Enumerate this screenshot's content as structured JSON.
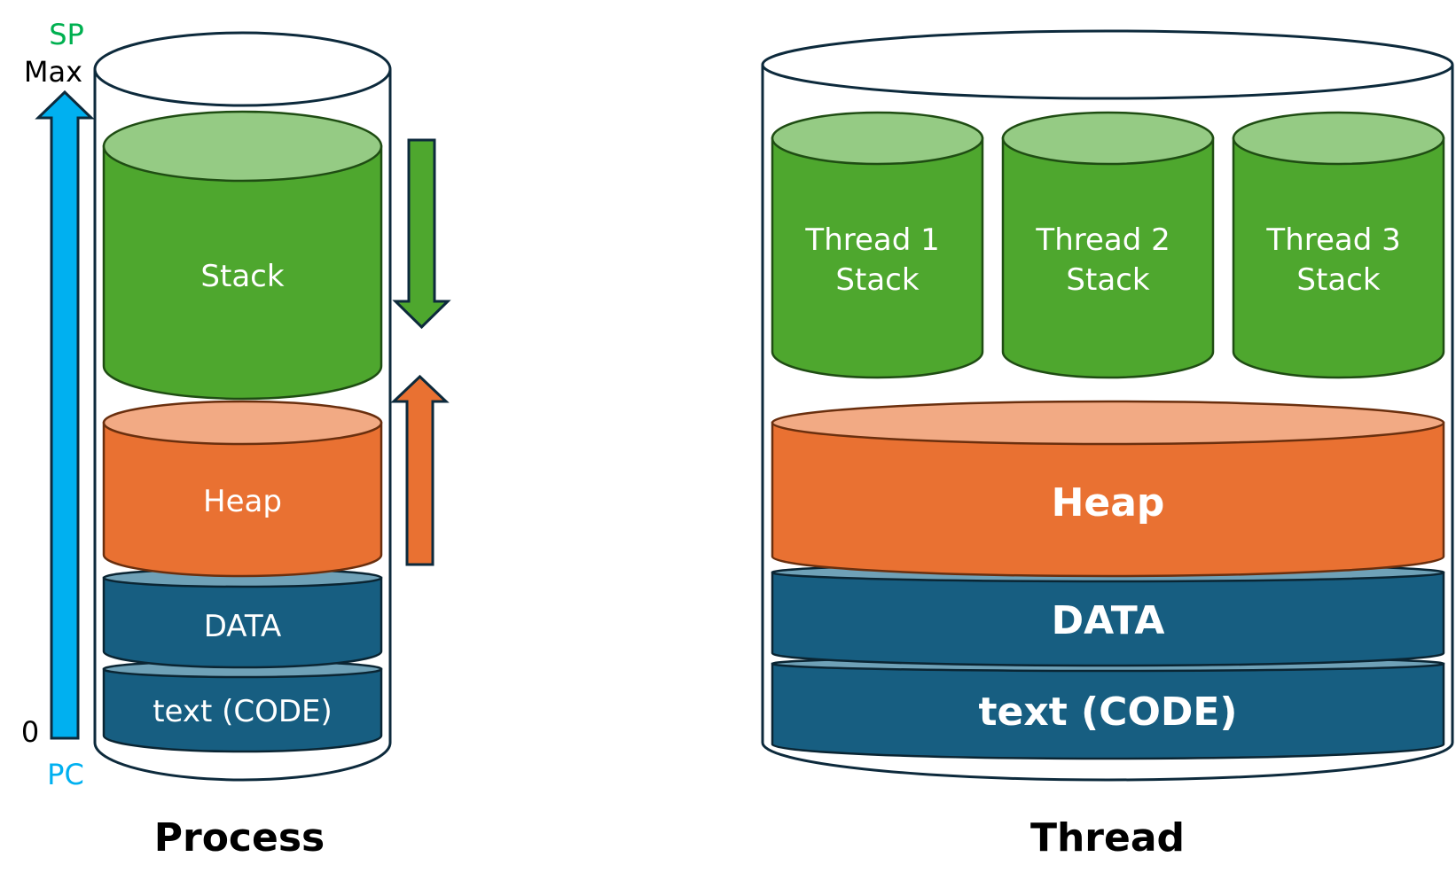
{
  "colors": {
    "outline": "#0d2a3c",
    "stack_side": "#4ea72e",
    "stack_top": "#95cb84",
    "stack_stroke": "#1f4d13",
    "heap_side": "#e97132",
    "heap_top": "#f2aa84",
    "heap_stroke": "#6a2f0e",
    "data_side": "#175e81",
    "data_top": "#6fa1b7",
    "data_stroke": "#0a2533",
    "sp_label": "#00b050",
    "pc_label": "#00b0f0",
    "pc_arrow": "#00b0f0",
    "axis_text": "#000000"
  },
  "process": {
    "caption": "Process",
    "axis": {
      "top_label_register": "SP",
      "top_label": "Max",
      "bottom_label": "0",
      "bottom_label_register": "PC"
    },
    "segments": {
      "stack": "Stack",
      "heap": "Heap",
      "data": "DATA",
      "text": "text (CODE)"
    },
    "growth": {
      "stack_direction": "down",
      "heap_direction": "up"
    }
  },
  "thread": {
    "caption": "Thread",
    "stacks": [
      {
        "line1": "Thread 1",
        "line2": "Stack"
      },
      {
        "line1": "Thread 2",
        "line2": "Stack"
      },
      {
        "line1": "Thread 3",
        "line2": "Stack"
      }
    ],
    "segments": {
      "heap": "Heap",
      "data": "DATA",
      "text": "text (CODE)"
    }
  }
}
